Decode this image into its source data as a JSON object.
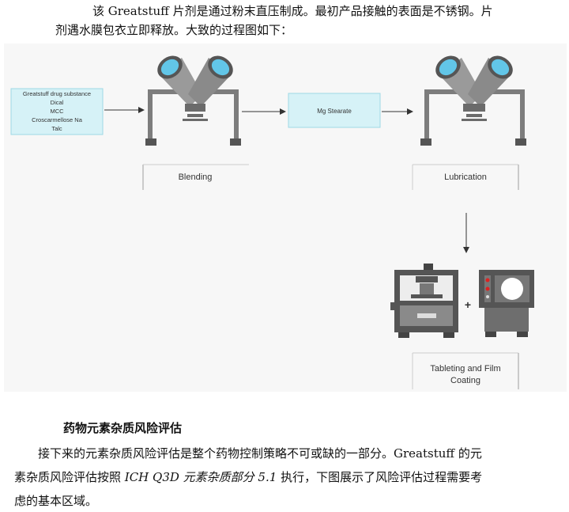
{
  "intro": {
    "line1": "该 Greatstuff  片剂是通过粉末直压制成。最初产品接触的表面是不锈钢。片",
    "line2": "剂遇水膜包衣立即释放。大致的过程图如下："
  },
  "figure": {
    "inputs": [
      "Greatstuff drug substance",
      "Dical",
      "MCC",
      "Croscarmellose Na",
      "Talc"
    ],
    "mg_label": "Mg Stearate",
    "stage_blending": "Blending",
    "stage_lubrication": "Lubrication",
    "stage_tableting_1": "Tableting and Film",
    "stage_tableting_2": "Coating",
    "plus": "+"
  },
  "section": {
    "heading": "药物元素杂质风险评估",
    "line1": "接下来的元素杂质风险评估是整个药物控制策略不可或缺的一部分。Greatstuff 的元",
    "line2_pre": "素杂质风险评估按照 ",
    "line2_ital": "ICH Q3D 元素杂质部分 5.1",
    "line2_post": " 执行，下图展示了风险评估过程需要考",
    "line3": "虑的基本区域。"
  },
  "colors": {
    "box_fill": "#d6f2f7",
    "box_stroke": "#9fd8e4",
    "machine_gray": "#7d7d7d",
    "lens_blue": "#62c6e8"
  }
}
